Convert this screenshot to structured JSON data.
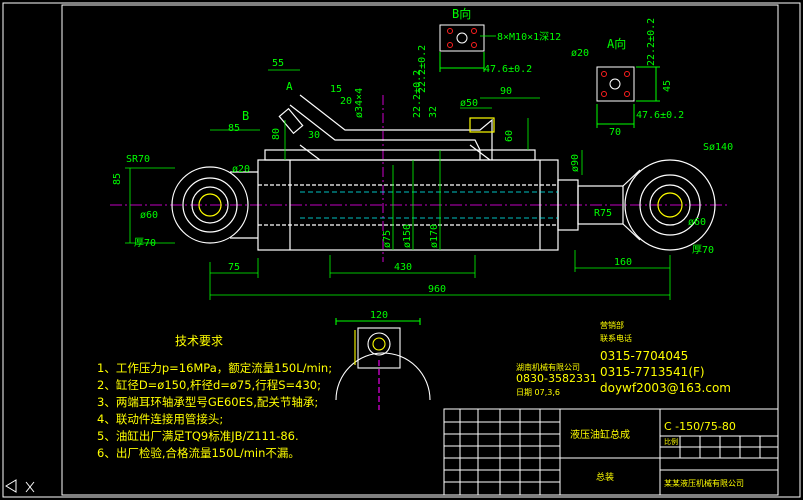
{
  "colors": {
    "background": "#000000",
    "frame": "#ffffff",
    "dimension": "#00ff00",
    "outline": "#ffffff",
    "centerline": "#ff00ff",
    "hidden": "#00ffff",
    "accent_yellow": "#ffff00",
    "accent_red": "#ff2020"
  },
  "views": {
    "view_b": {
      "label": "B向",
      "bolt": "8×M10×1深12",
      "dim_width": "47.6±0.2",
      "dim_height": "22.2±0.2"
    },
    "view_a": {
      "label": "A向",
      "hole": "ø20",
      "dim_height": "22.2±0.2",
      "dim_45": "45",
      "dim_width": "47.6±0.2",
      "dim_70": "70"
    }
  },
  "dims": {
    "d55": "55",
    "d15": "15",
    "d20": "20",
    "d34": "ø34×4",
    "d22": "22.2±0.2",
    "d32": "32",
    "d50": "ø50",
    "d90": "90",
    "d60v": "60",
    "d85top": "85",
    "d80": "80",
    "d30": "30",
    "d85left": "85",
    "sr70": "SR70",
    "d20hole": "ø20",
    "d60left": "ø60",
    "w70left": "厚70",
    "d75": "ø75",
    "d150": "ø150",
    "d170": "ø170",
    "d90r": "ø90",
    "s140": "Sø140",
    "r75": "R75",
    "d60right": "ø60",
    "w70right": "厚70",
    "l75": "75",
    "l430": "430",
    "l160": "160",
    "l960": "960",
    "l120": "120",
    "label_a": "A",
    "label_b": "B"
  },
  "tech": {
    "title": "技术要求",
    "items": [
      "1、工作压力p=16MPa，额定流量150L/min;",
      "2、缸径D=ø150,杆径d=ø75,行程S=430;",
      "3、两端耳环轴承型号GE60ES,配关节轴承;",
      "4、联动件连接用管接头;",
      "5、油缸出厂满足TQ9标准JB/Z111-86.",
      "6、出厂检验,合格流量150L/min不漏。"
    ]
  },
  "contact": {
    "left_title": "湖南机械有限公司",
    "left_phone": "0830-3582331",
    "left_date": "日期 07,3,6",
    "right_title": "营销部",
    "right_sub": "联系电话",
    "phone1": "0315-7704045",
    "phone2": "0315-7713541(F)",
    "email": "doywf2003@163.com"
  },
  "titleblock": {
    "name": "液压油缸总成",
    "code": "C     -150/75-80",
    "material": "比例",
    "part": "总装",
    "company": "某某液压机械有限公司"
  }
}
